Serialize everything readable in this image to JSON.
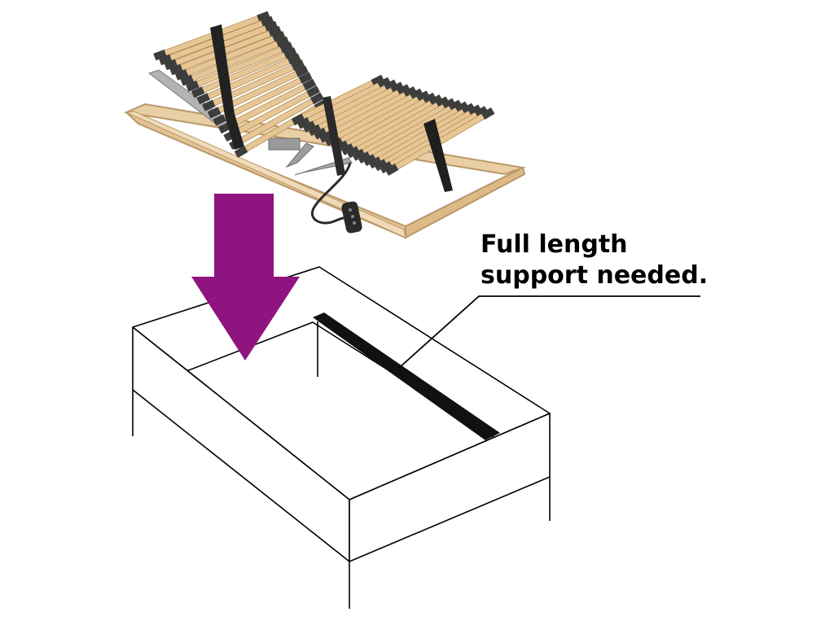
{
  "annotation": {
    "line1": "Full length",
    "line2": "support needed."
  },
  "colors": {
    "arrow": "#8e1480",
    "support_bar": "#111111",
    "outline": "#000000",
    "slat_wood": "#e7c696",
    "slat_cap": "#3d3d3d",
    "frame_wood": "#e9cfa6"
  },
  "icons": {
    "bed_base": "adjustable-slatted-bed-base",
    "arrow": "down-arrow",
    "remote": "handheld-remote-control"
  }
}
